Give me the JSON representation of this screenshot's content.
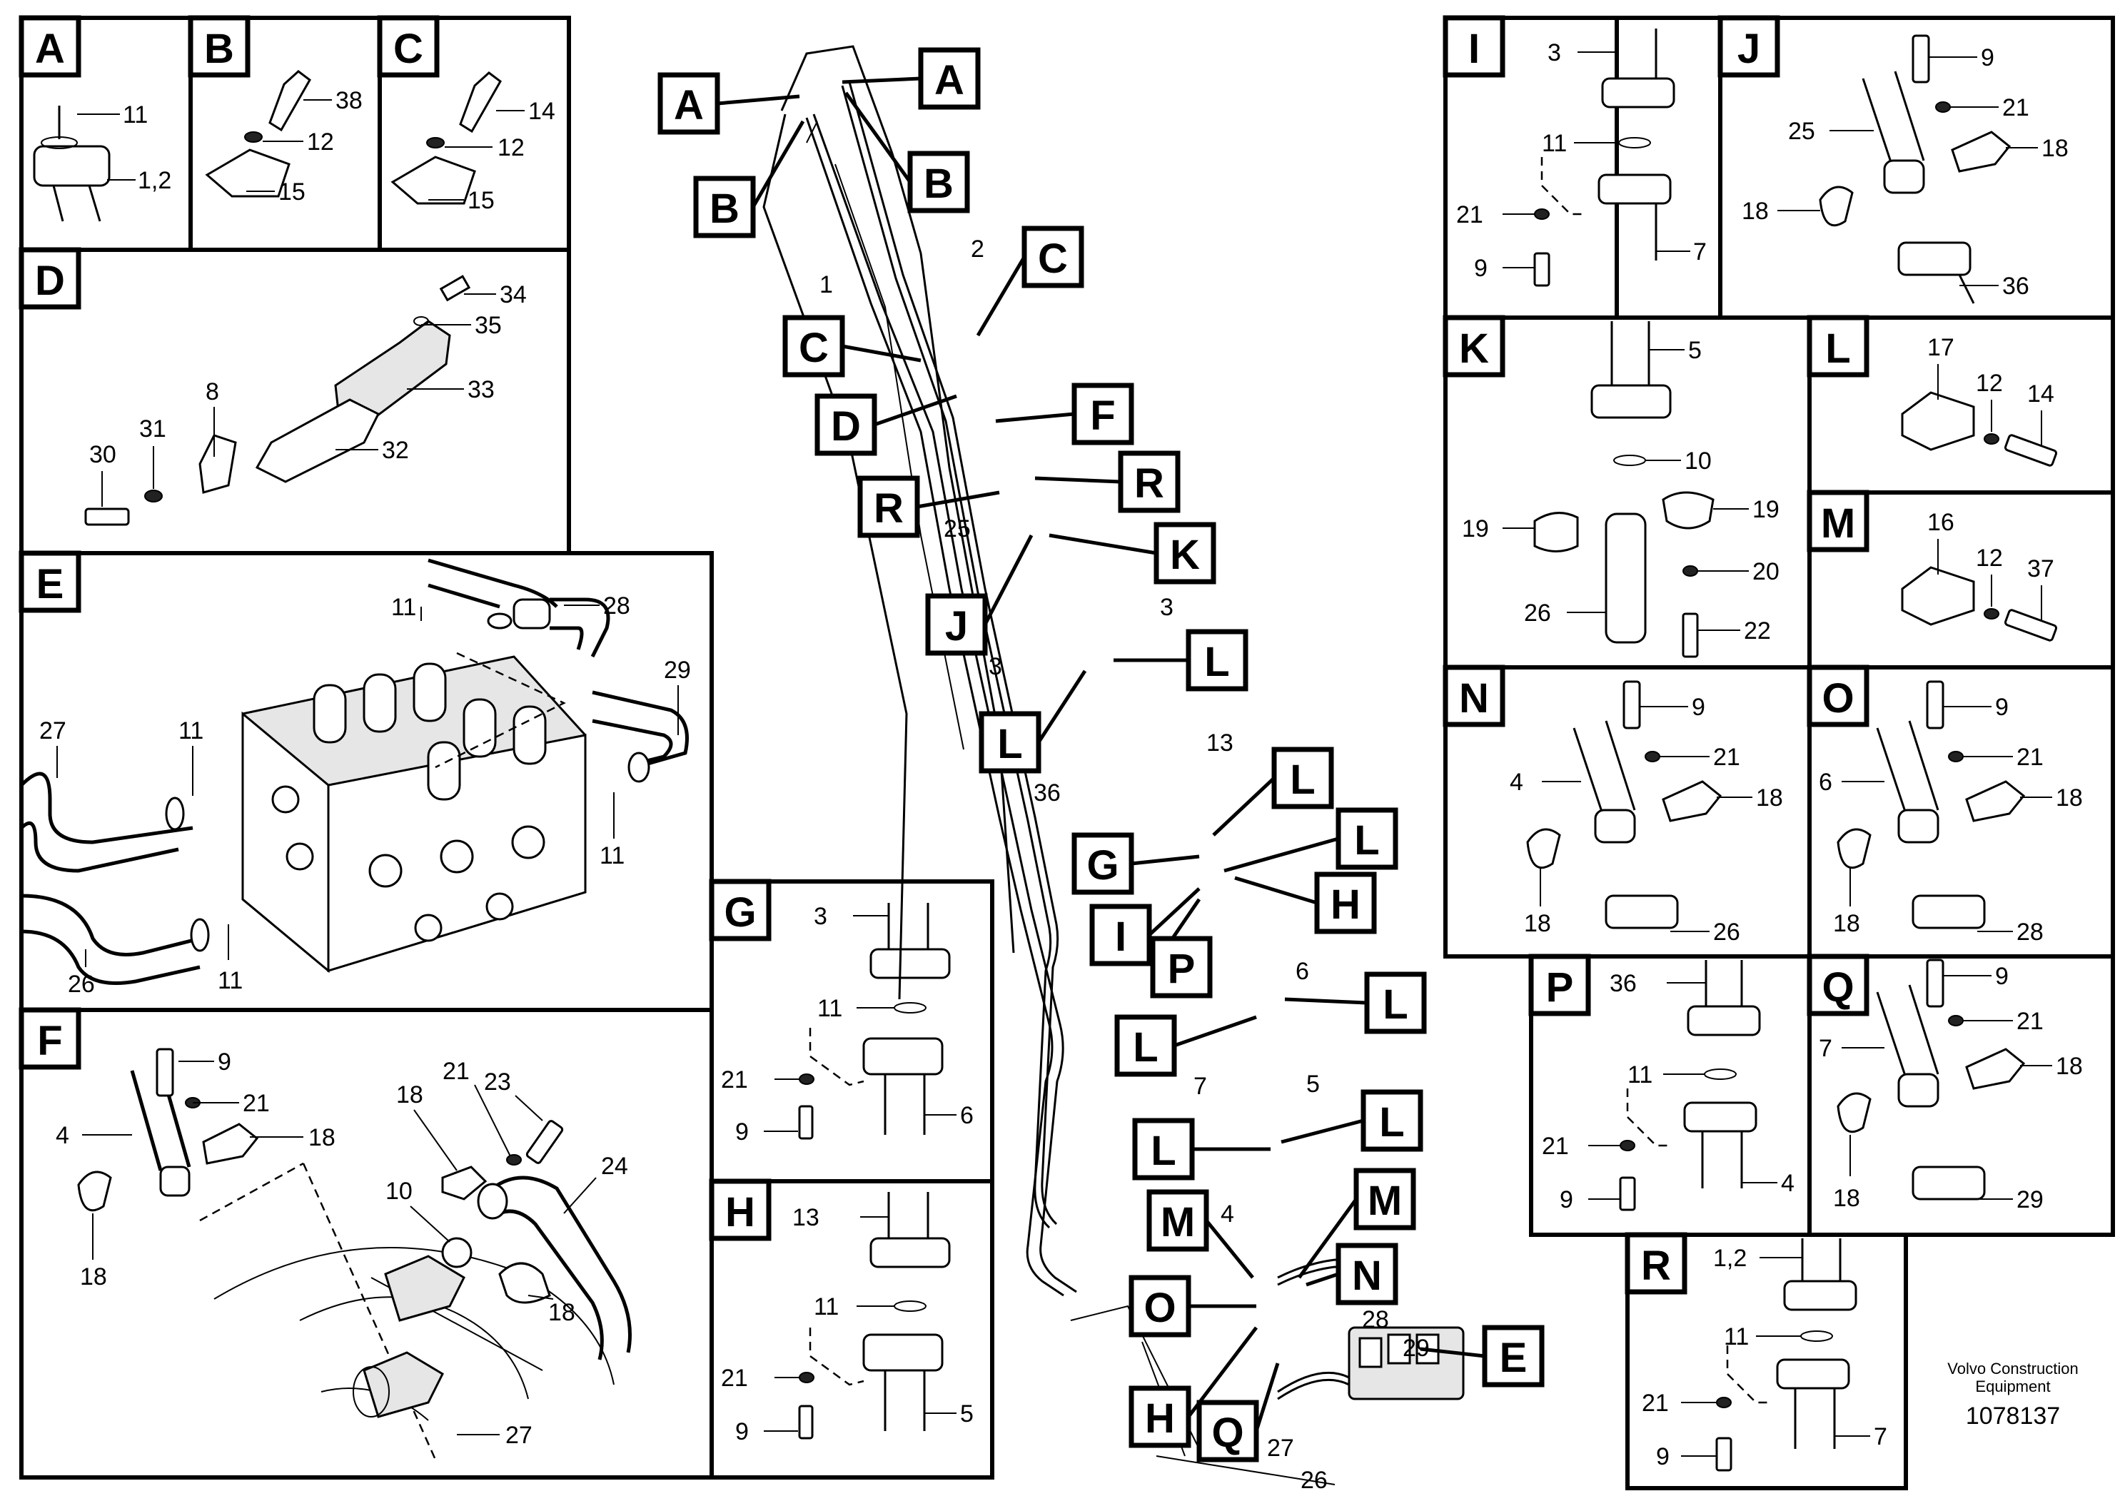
{
  "panels": {
    "A": {
      "letter": "A",
      "callouts": [
        "11",
        "1,2"
      ]
    },
    "B": {
      "letter": "B",
      "callouts": [
        "38",
        "12",
        "15"
      ]
    },
    "C": {
      "letter": "C",
      "callouts": [
        "14",
        "12",
        "15"
      ]
    },
    "D": {
      "letter": "D",
      "callouts": [
        "34",
        "35",
        "33",
        "8",
        "31",
        "30",
        "32"
      ]
    },
    "E": {
      "letter": "E",
      "callouts": [
        "11",
        "28",
        "29",
        "27",
        "11",
        "11",
        "26",
        "11"
      ]
    },
    "F": {
      "letter": "F",
      "callouts": [
        "9",
        "21",
        "4",
        "18",
        "23",
        "21",
        "18",
        "24",
        "10",
        "18",
        "18",
        "27"
      ]
    },
    "G": {
      "letter": "G",
      "callouts": [
        "3",
        "11",
        "21",
        "9",
        "6"
      ]
    },
    "H": {
      "letter": "H",
      "callouts": [
        "13",
        "11",
        "21",
        "9",
        "5"
      ]
    },
    "I": {
      "letter": "I",
      "callouts": [
        "3",
        "11",
        "21",
        "9",
        "7"
      ]
    },
    "J": {
      "letter": "J",
      "callouts": [
        "9",
        "21",
        "25",
        "18",
        "18",
        "36"
      ]
    },
    "K": {
      "letter": "K",
      "callouts": [
        "5",
        "10",
        "19",
        "19",
        "20",
        "26",
        "22"
      ]
    },
    "L": {
      "letter": "L",
      "callouts": [
        "17",
        "12",
        "14"
      ]
    },
    "M": {
      "letter": "M",
      "callouts": [
        "16",
        "12",
        "37"
      ]
    },
    "N": {
      "letter": "N",
      "callouts": [
        "9",
        "21",
        "4",
        "18",
        "18",
        "26"
      ]
    },
    "O": {
      "letter": "O",
      "callouts": [
        "9",
        "21",
        "6",
        "18",
        "18",
        "28"
      ]
    },
    "P": {
      "letter": "P",
      "callouts": [
        "36",
        "11",
        "21",
        "9",
        "4"
      ]
    },
    "Q": {
      "letter": "Q",
      "callouts": [
        "9",
        "21",
        "7",
        "18",
        "18",
        "29"
      ]
    },
    "R": {
      "letter": "R",
      "callouts": [
        "1,2",
        "11",
        "21",
        "9",
        "7"
      ]
    }
  },
  "main_refs": {
    "letters": [
      "A",
      "A",
      "B",
      "B",
      "C",
      "C",
      "D",
      "F",
      "R",
      "R",
      "K",
      "J",
      "L",
      "L",
      "L",
      "L",
      "G",
      "H",
      "I",
      "P",
      "L",
      "L",
      "L",
      "L",
      "M",
      "M",
      "N",
      "O",
      "H",
      "E",
      "Q"
    ],
    "numbers": [
      "1",
      "2",
      "25",
      "3",
      "3",
      "13",
      "36",
      "6",
      "7",
      "5",
      "4",
      "28",
      "29",
      "27",
      "26"
    ]
  },
  "footer": {
    "line1": "Volvo Construction",
    "line2": "Equipment",
    "id": "1078137"
  }
}
